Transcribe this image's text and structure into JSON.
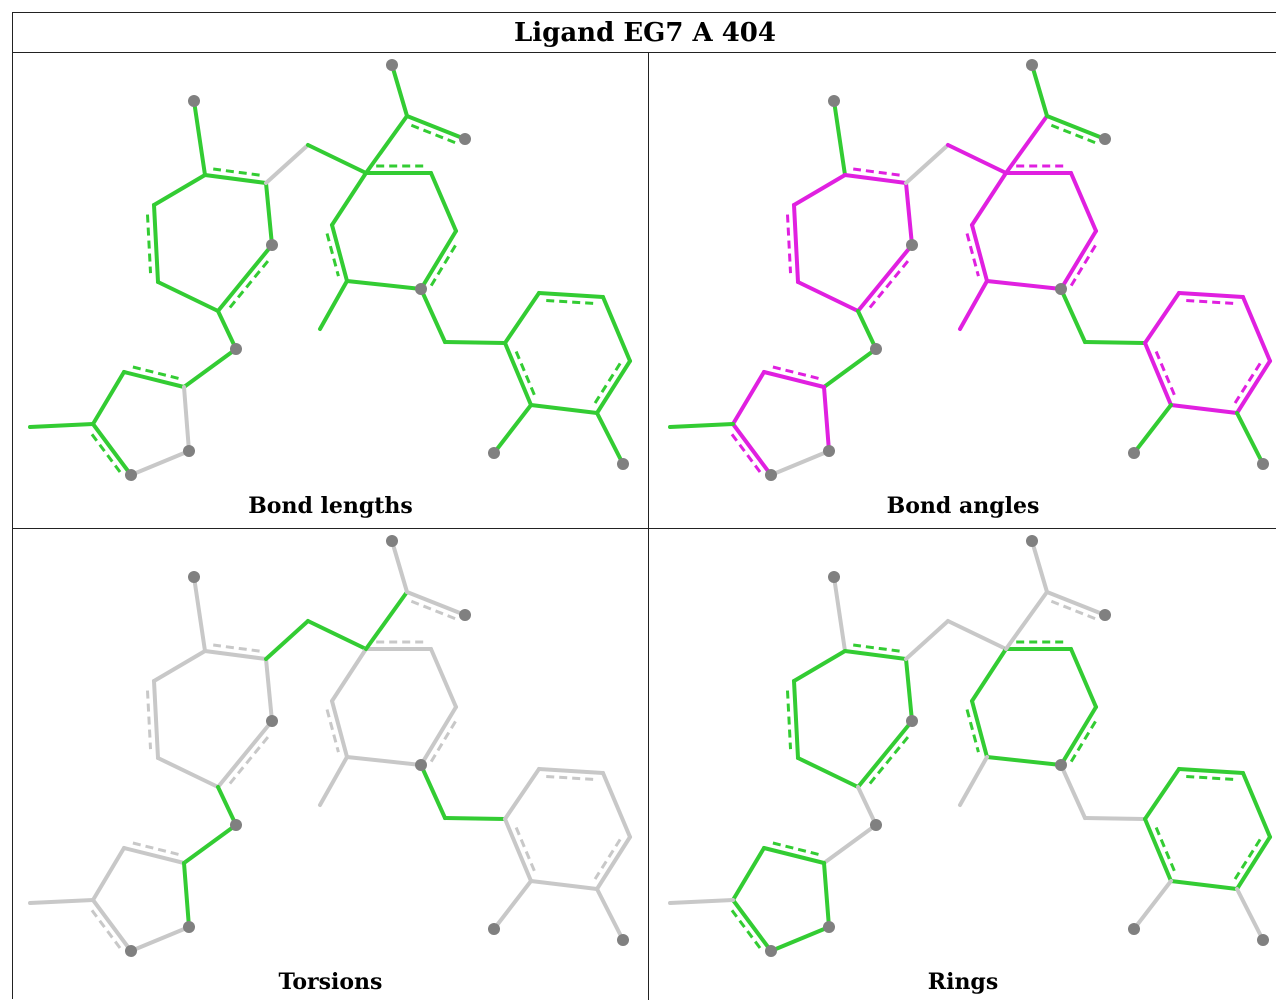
{
  "title": "Ligand EG7 A 404",
  "panels": [
    {
      "caption": "Bond lengths"
    },
    {
      "caption": "Bond angles"
    },
    {
      "caption": "Torsions"
    },
    {
      "caption": "Rings"
    }
  ],
  "colors": {
    "highlight": "#33cc33",
    "outlier": "#e020e0",
    "neutral": "#c8c8c8",
    "atom": "#808080"
  }
}
